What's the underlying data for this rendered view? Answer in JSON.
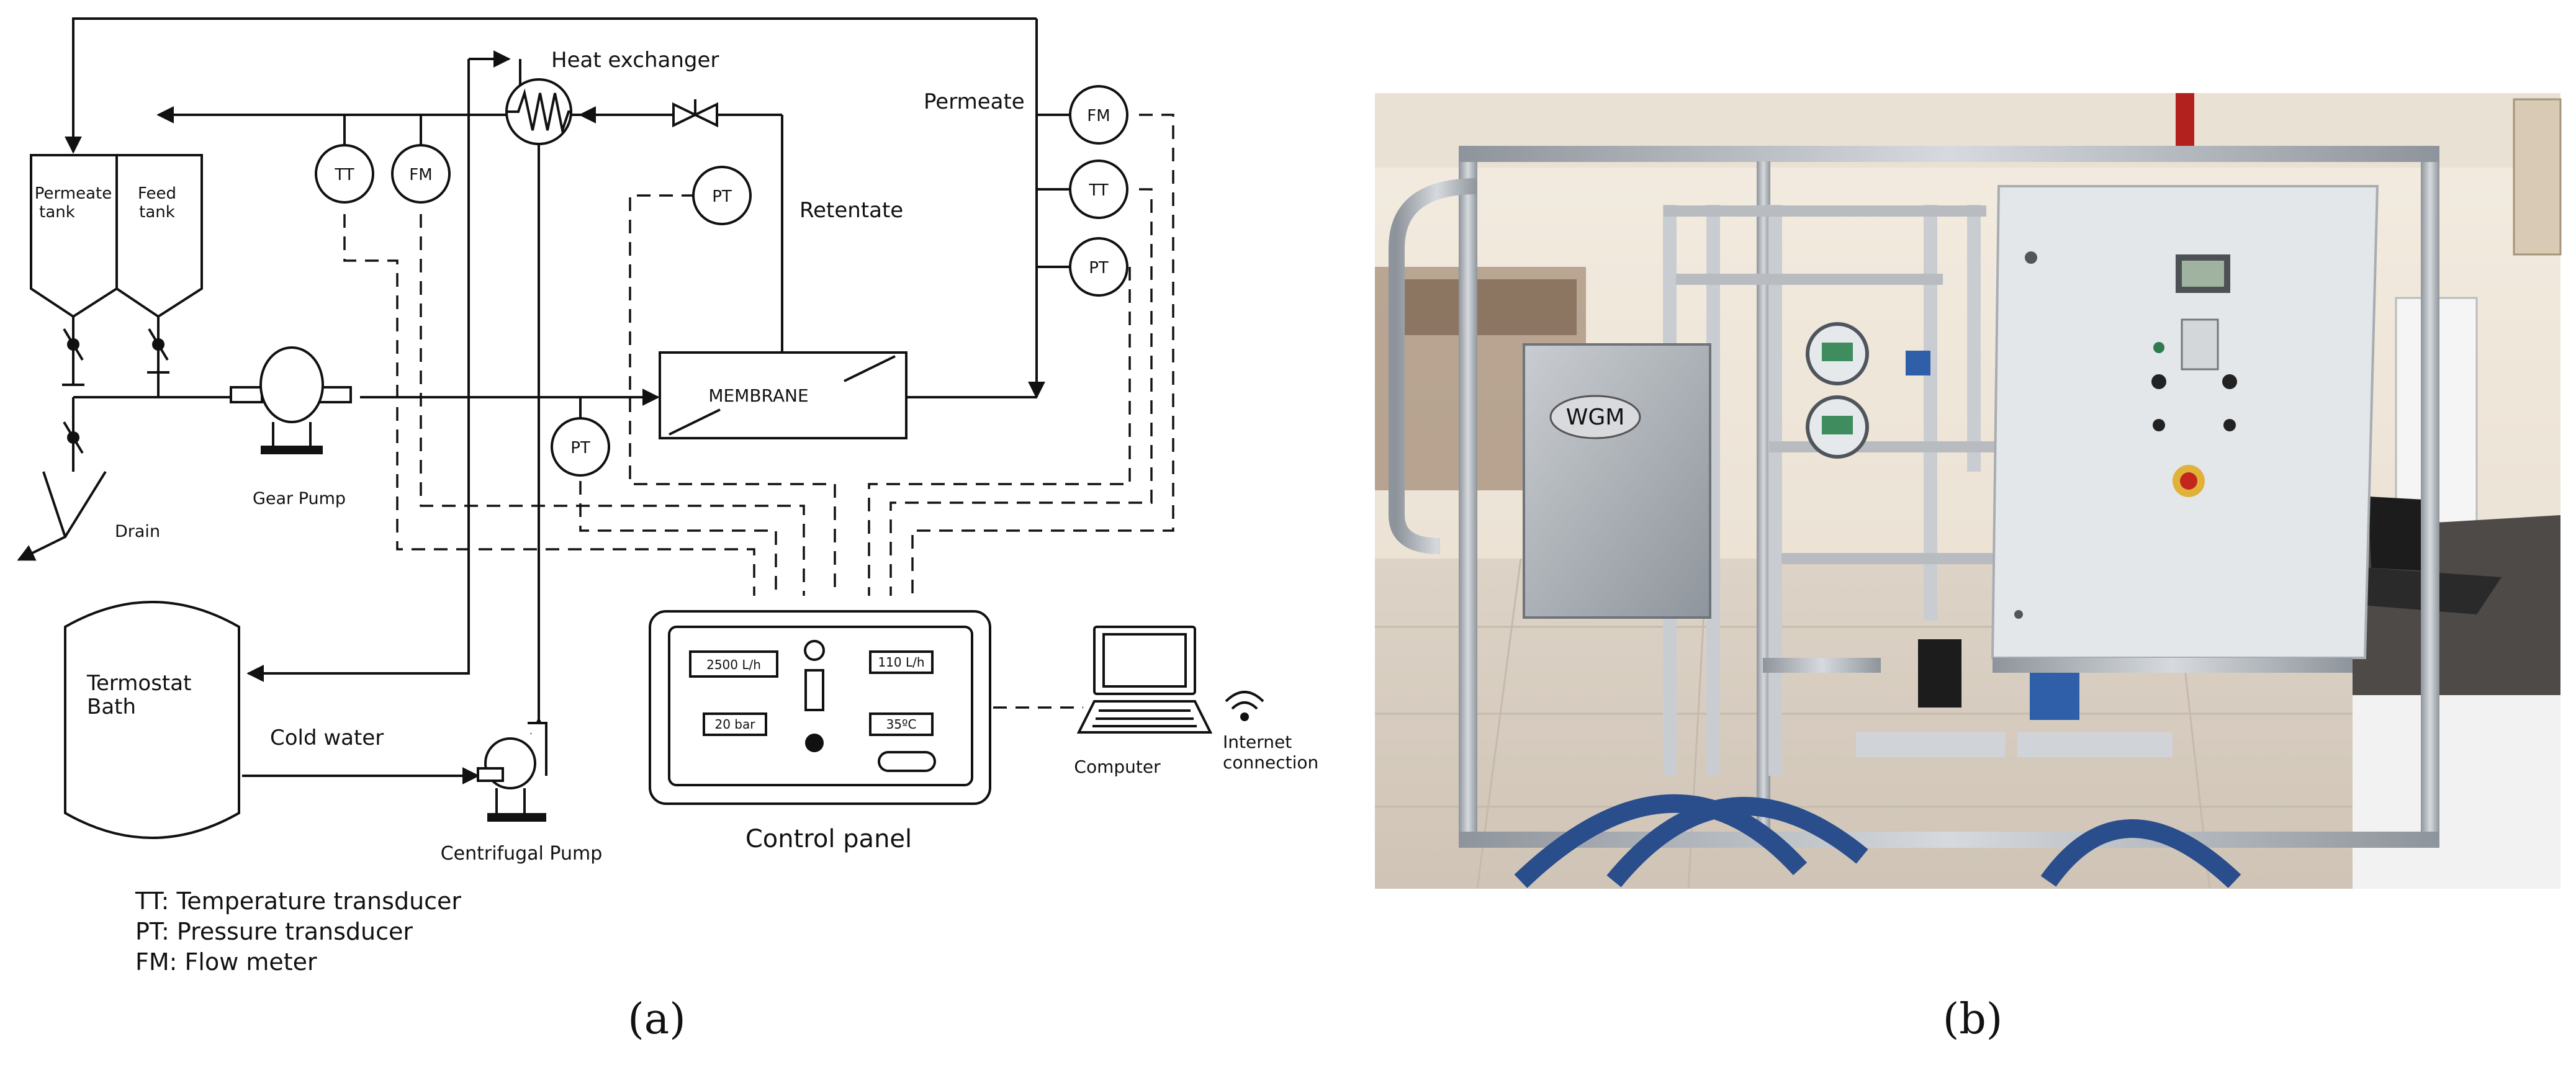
{
  "diagram": {
    "labels": {
      "heat_exchanger": "Heat exchanger",
      "permeate": "Permeate",
      "retentate": "Retentate",
      "permeate_tank": [
        "Permeate",
        "tank"
      ],
      "feed_tank": [
        "Feed",
        "tank"
      ],
      "gear_pump": "Gear Pump",
      "drain": "Drain",
      "membrane": "MEMBRANE",
      "termostat_bath": [
        "Termostat",
        "Bath"
      ],
      "cold_water": "Cold water",
      "centrifugal_pump": "Centrifugal Pump",
      "control_panel": "Control panel",
      "computer": "Computer",
      "internet_connection": [
        "Internet",
        "connection"
      ]
    },
    "instruments": {
      "tt_main": "TT",
      "fm_main": "FM",
      "pt_retentate": "PT",
      "pt_feed": "PT",
      "fm_permeate": "FM",
      "tt_permeate": "TT",
      "pt_permeate": "PT"
    },
    "panel": {
      "flow_total": "2500 L/h",
      "pressure": "20 bar",
      "flow_permeate": "110 L/h",
      "temperature": "35ºC"
    },
    "legend": [
      "TT:  Temperature transducer",
      "PT:  Pressure transducer",
      "FM: Flow meter"
    ],
    "caption": "(a)"
  },
  "photo": {
    "brand_plate": "WGM",
    "caption": "(b)"
  },
  "colors": {
    "line": "#111111",
    "photo_wall": "#efe6d8",
    "photo_floor": "#d9cfc2",
    "cabinet": "#e4e8ea",
    "steel": "#b9bec4",
    "hose": "#2a4d8c"
  }
}
